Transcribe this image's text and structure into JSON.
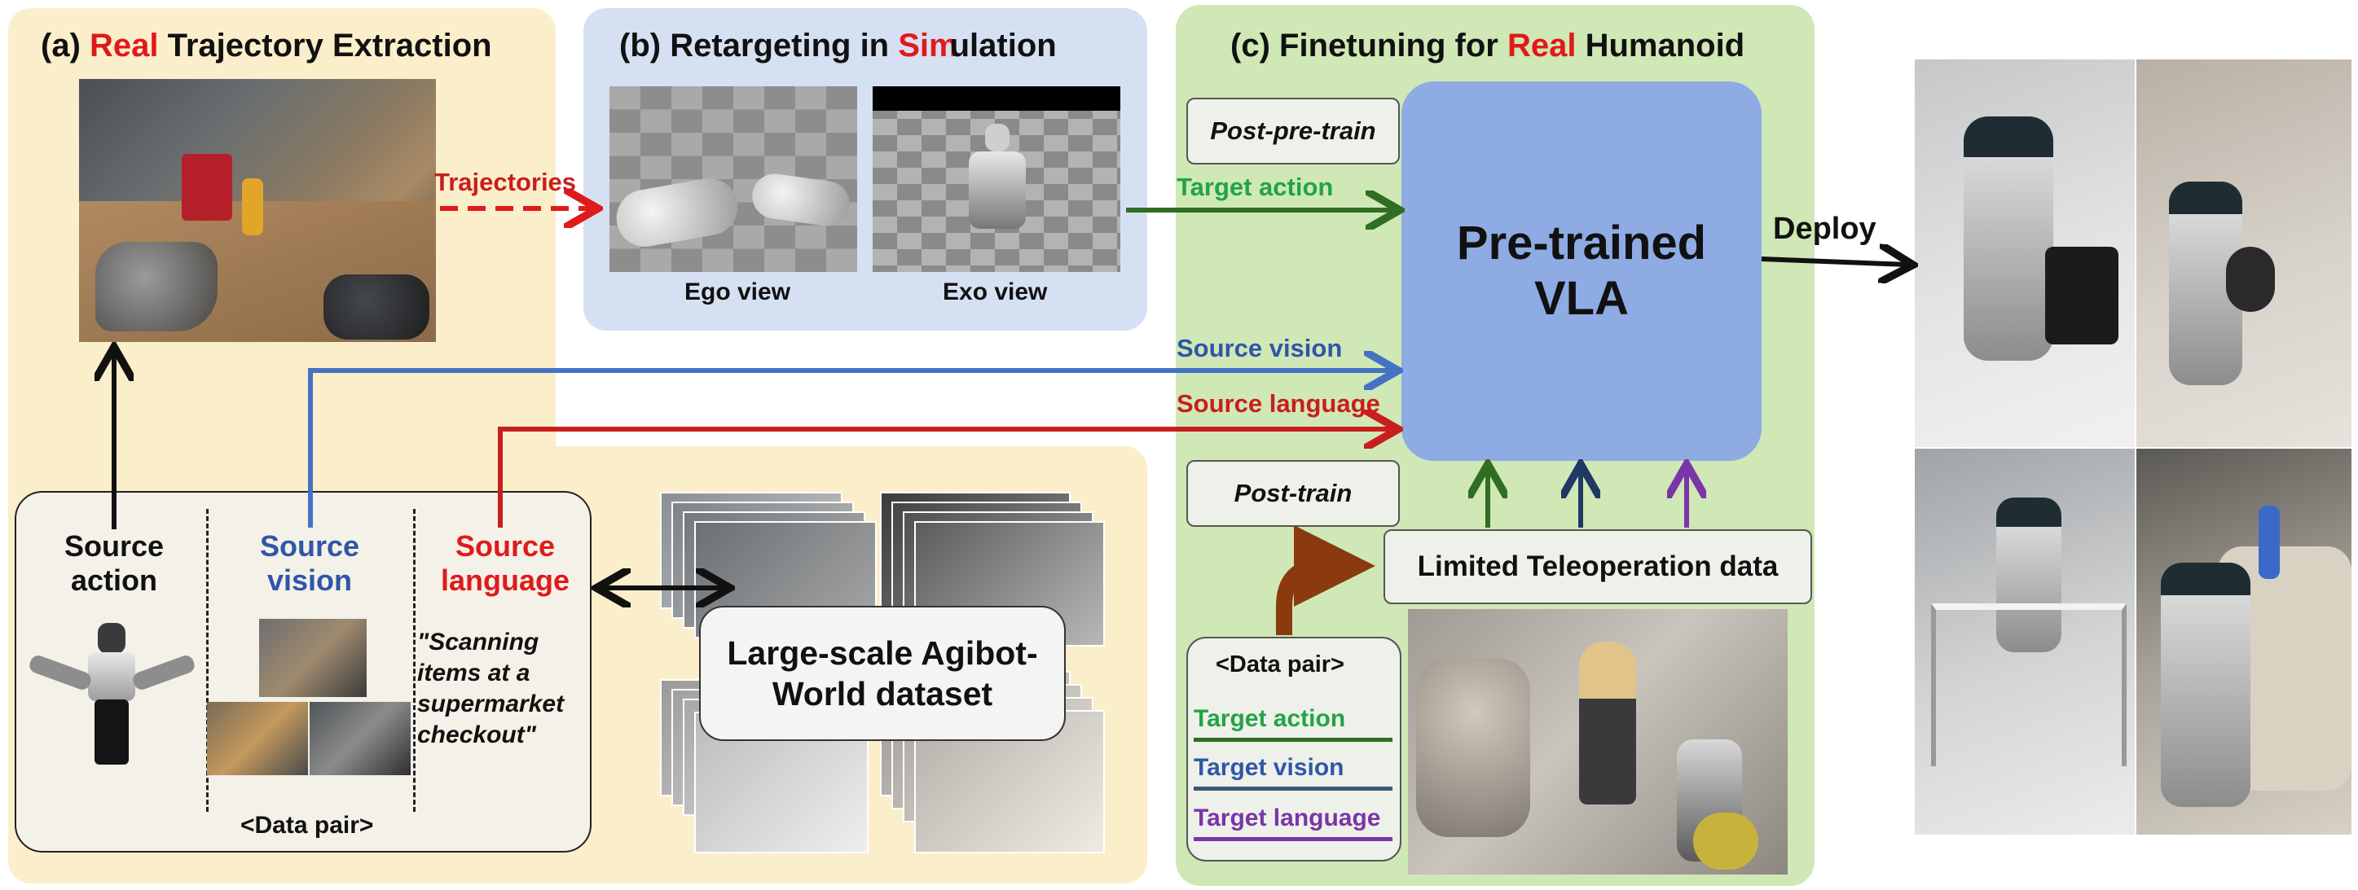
{
  "panel_a": {
    "label": "(a)",
    "title_highlight": "Real",
    "title_rest": "Trajectory Extraction",
    "arrow_label": "Trajectories",
    "source_action": "Source action",
    "source_vision": "Source vision",
    "source_language": "Source language",
    "quote": "\"Scanning items at a supermarket checkout\"",
    "data_pair": "<Data pair>",
    "dataset_label": "Large-scale Agibot-World dataset"
  },
  "panel_b": {
    "label": "(b)",
    "title_pre": "Retargeting in",
    "title_highlight": "Sim",
    "title_post": "ulation",
    "ego_label": "Ego view",
    "exo_label": "Exo view"
  },
  "panel_c": {
    "label": "(c)",
    "title_pre": "Finetuning for",
    "title_highlight": "Real",
    "title_post": "Humanoid",
    "post_pre_train": "Post-pre-train",
    "post_train": "Post-train",
    "target_action": "Target action",
    "source_vision": "Source vision",
    "source_language": "Source language",
    "vla_line1": "Pre-trained",
    "vla_line2": "VLA",
    "teleop": "Limited Teleoperation data",
    "data_pair": "<Data pair>",
    "legend": [
      "Target action",
      "Target vision",
      "Target language"
    ],
    "deploy": "Deploy"
  },
  "colors": {
    "panel_a_bg": "#fbeecb",
    "panel_b_bg": "#d6e0f3",
    "panel_c_bg": "#cfe8b5",
    "vla": "#8fabe4",
    "green": "#2f6e23",
    "blue": "#4472c4",
    "red": "#c81e1e",
    "purple": "#7a35a8",
    "brown": "#8b3a10",
    "highlight_red": "#e01a1a"
  }
}
